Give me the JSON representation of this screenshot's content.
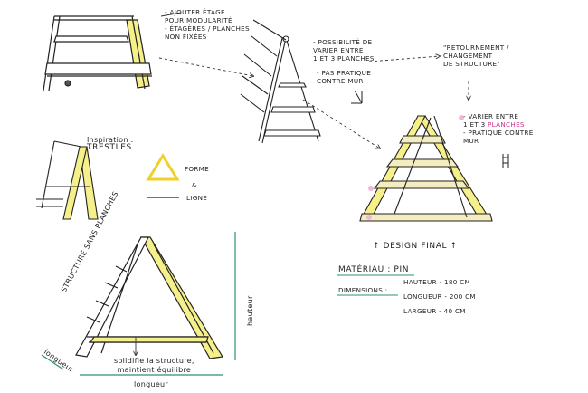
{
  "notes": {
    "top_left": [
      "Ajouter étage",
      "pour modularité",
      "Étagères / planches",
      "non fixées"
    ],
    "top_middle": [
      "Possibilité de",
      "varier entre",
      "1 et 3 planches"
    ],
    "top_middle_2": [
      "Pas pratique",
      "contre mur"
    ],
    "retournement": [
      "\"Retournement /",
      "changement",
      "de structure\""
    ],
    "right": {
      "varier": [
        "Varier entre",
        "1 et 3"
      ],
      "varier_pink": "planches",
      "pratique": [
        "Pratique contre",
        "mur"
      ]
    },
    "inspiration": [
      "Inspiration :",
      "Trestles"
    ],
    "forme": "Forme",
    "et": "&",
    "ligne": "Ligne",
    "design_final": "↑ Design final ↑",
    "materiau": "Matériau : Pin",
    "dimensions_label": "Dimensions :",
    "dimensions": [
      {
        "label": "Hauteur",
        "value": "180",
        "unit": "cm"
      },
      {
        "label": "Longueur",
        "value": "200",
        "unit": "cm"
      },
      {
        "label": "Largeur",
        "value": "40",
        "unit": "cm"
      }
    ],
    "big_triangle": {
      "structure": "Structure sans planches",
      "hauteur": "hauteur",
      "longueur_left": "longueur",
      "longueur_bottom": "longueur",
      "solidifie": [
        "solidifie la structure,",
        "maintient équilibre"
      ]
    }
  },
  "colors": {
    "ink": "#222222",
    "highlight": "#f6f08a",
    "teal": "#2f8f7a",
    "pink": "#e05aa8",
    "wood": "#f3edc0"
  }
}
